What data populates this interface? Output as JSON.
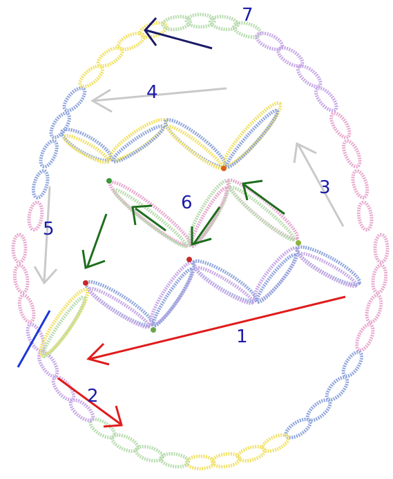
{
  "image": {
    "subject": "tatted-lace-egg-pattern-diagram",
    "colors": {
      "pink": "#e7a9cf",
      "blue": "#8fa6dc",
      "yellow": "#f1e26a",
      "green": "#b9dcb0",
      "lilac": "#c7a8e6",
      "arrow_red": "#e01b1b",
      "arrow_gray": "#c9c9c9",
      "arrow_green": "#1d6e1d",
      "arrow_navy": "#1a1a66",
      "divider_blue": "#1a35d6",
      "label_text": "#1a1aa8"
    }
  },
  "steps": [
    {
      "number": "1",
      "arrow_color": "red"
    },
    {
      "number": "2",
      "arrow_color": "red"
    },
    {
      "number": "3",
      "arrow_color": "gray"
    },
    {
      "number": "4",
      "arrow_color": "gray"
    },
    {
      "number": "5",
      "arrow_color": "gray"
    },
    {
      "number": "6",
      "arrow_color": "green"
    },
    {
      "number": "7",
      "arrow_color": "navy"
    }
  ]
}
